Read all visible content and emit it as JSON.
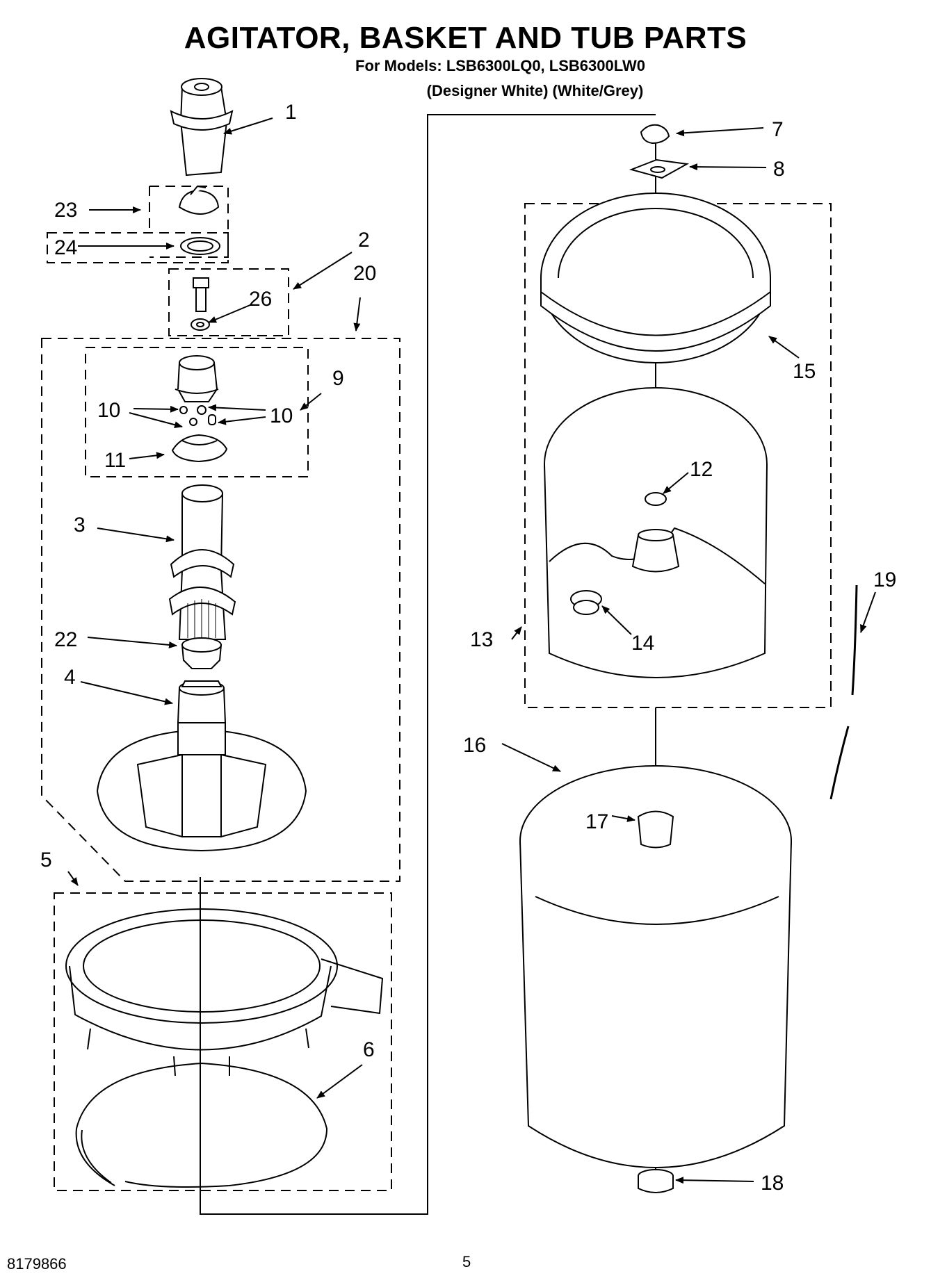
{
  "header": {
    "title": "AGITATOR, BASKET AND TUB PARTS",
    "models": "For Models: LSB6300LQ0, LSB6300LW0",
    "colors": "(Designer White) (White/Grey)"
  },
  "callouts": [
    "1",
    "2",
    "3",
    "4",
    "5",
    "6",
    "7",
    "8",
    "9",
    "10",
    "10",
    "11",
    "12",
    "13",
    "14",
    "15",
    "16",
    "17",
    "18",
    "19",
    "20",
    "22",
    "23",
    "24",
    "26"
  ],
  "footer": {
    "code": "8179866",
    "page": "5"
  }
}
